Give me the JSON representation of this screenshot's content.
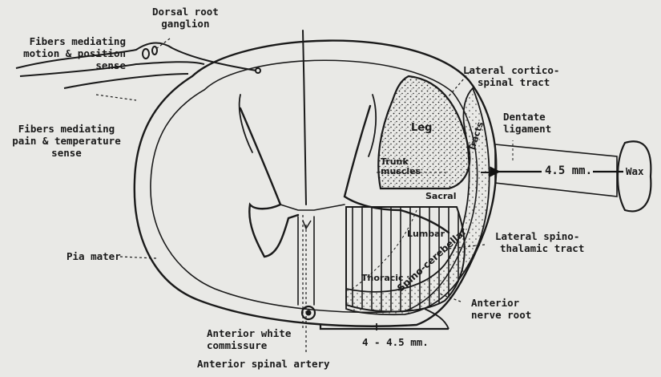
{
  "labels": {
    "dorsal_root_ganglion": [
      "Dorsal root",
      "ganglion"
    ],
    "fibers_motion": [
      "Fibers mediating",
      "motion & position",
      "sense"
    ],
    "fibers_pain": [
      "Fibers mediating",
      "pain & temperature",
      "sense"
    ],
    "lateral_corticospinal": [
      "Lateral cortico-",
      "spinal tract"
    ],
    "dentate_ligament": [
      "Dentate",
      "ligament"
    ],
    "lateral_spinothalamic": [
      "Lateral spino-",
      "thalamic tract"
    ],
    "pia_mater": "Pia mater",
    "anterior_nerve_root": [
      "Anterior",
      "nerve root"
    ],
    "anterior_white_commissure": [
      "Anterior white",
      "commissure"
    ],
    "anterior_spinal_artery": "Anterior spinal artery",
    "measure_bottom": "4 - 4.5 mm.",
    "measure_right": "4.5 mm.",
    "wax": "Wax"
  },
  "regions": {
    "leg": "Leg",
    "trunk_muscles": [
      "Trunk",
      "muscles"
    ],
    "tracts": "Tracts",
    "sacral": "Sacral",
    "lumbar": "Lumbar",
    "thoracic": "Thoracic",
    "spinocerebellar": "Spino-cerebellar"
  }
}
